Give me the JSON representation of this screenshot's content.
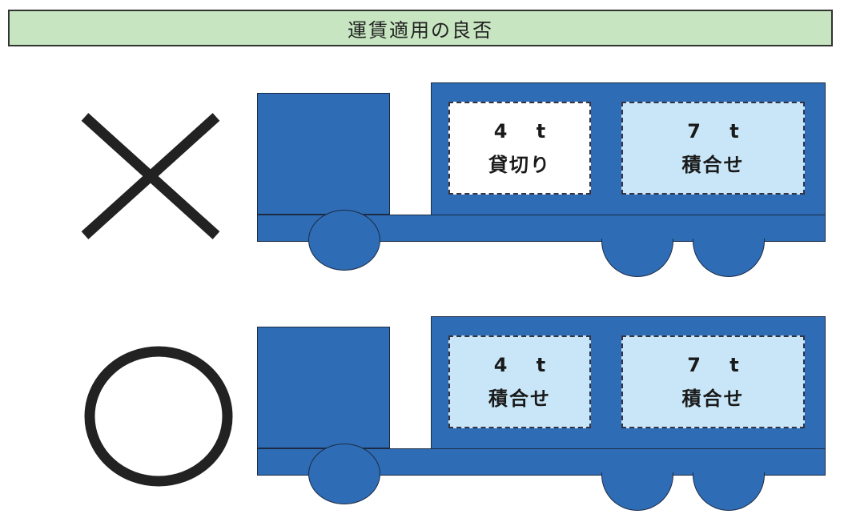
{
  "title": "運賃適用の良否",
  "colors": {
    "title_bg": "#c6e5c0",
    "truck_body": "#2e6db5",
    "compartment_charter": "#ffffff",
    "compartment_consolidated": "#c8e6f7",
    "mark": "#222222"
  },
  "rows": [
    {
      "mark": "×",
      "compartments": [
        {
          "weight": "4 t",
          "type": "貸切り"
        },
        {
          "weight": "7 t",
          "type": "積合せ"
        }
      ]
    },
    {
      "mark": "○",
      "compartments": [
        {
          "weight": "4 t",
          "type": "積合せ"
        },
        {
          "weight": "7 t",
          "type": "積合せ"
        }
      ]
    }
  ]
}
